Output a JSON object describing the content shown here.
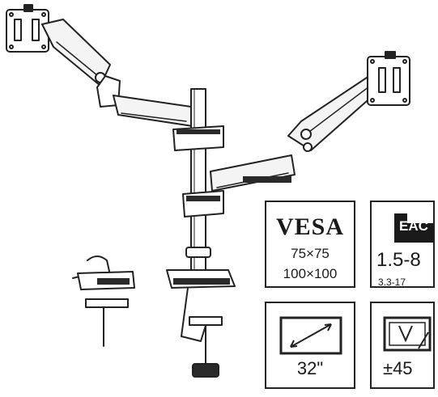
{
  "specs": {
    "vesa": {
      "title": "VESA",
      "size_a": "75×75",
      "size_b": "100×100"
    },
    "weight": {
      "badge": "EAC",
      "value": "1.5-8",
      "sub": "3.3-17"
    },
    "screen": {
      "size": "32\""
    },
    "tilt": {
      "value": "±45"
    }
  },
  "colors": {
    "line": "#222222",
    "metal_light": "#f4f4f4",
    "metal_dark": "#2a2a2a"
  }
}
